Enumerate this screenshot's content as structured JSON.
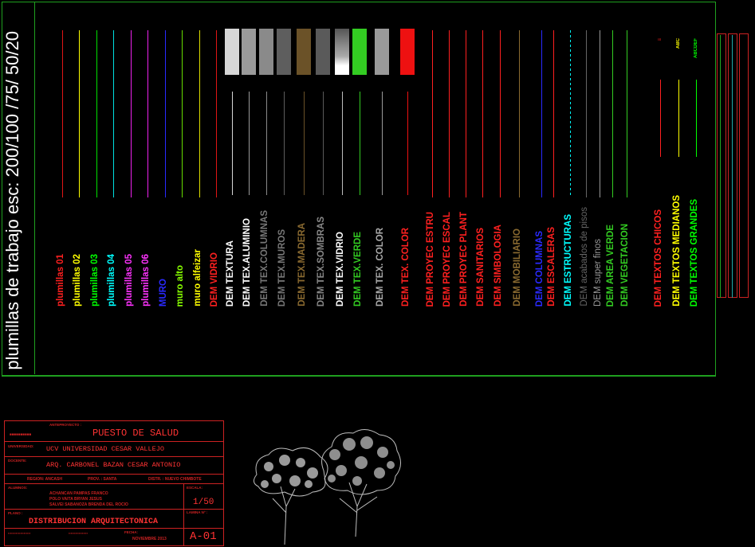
{
  "title": "plumillas de trabajo esc: 200/100 /75/ 50/20",
  "colors": {
    "frame": "#1fa01f",
    "red": "#e01515",
    "yellow": "#ffff00",
    "green": "#00ff00",
    "cyan": "#00ffff",
    "magenta": "#ff33ff",
    "blue": "#2a2aff",
    "lime": "#88ff00"
  },
  "pens": [
    {
      "label": "plumillas 01",
      "color": "#ff2020",
      "line": "#e01515"
    },
    {
      "label": "plumillas 02",
      "color": "#ffff00",
      "line": "#ffff00"
    },
    {
      "label": "plumillas 03",
      "color": "#00ff00",
      "line": "#00e000"
    },
    {
      "label": "plumillas 04",
      "color": "#00ffff",
      "line": "#00e0e0"
    },
    {
      "label": "plumillas 05",
      "color": "#ff33ff",
      "line": "#ee22ee"
    },
    {
      "label": "plumillas 06",
      "color": "#ff33ff",
      "line": "#ee22ee"
    },
    {
      "label": "MURO",
      "color": "#2a2aff",
      "line": "#2a2aff"
    },
    {
      "label": "muro alto",
      "color": "#88ff00",
      "line": "#66dd00"
    },
    {
      "label": "muro alfeizar",
      "color": "#ffff00",
      "line": "#dddd00"
    },
    {
      "label": "DEM VIDRIO",
      "color": "#ff2020",
      "line": "#e01515"
    }
  ],
  "textures": [
    {
      "label": "DEM TEXTURA",
      "color": "#ffffff",
      "swatch": "#d6d6d6"
    },
    {
      "label": "DEM TEX.ALUMINIO",
      "color": "#ffffff",
      "swatch": "#9a9a9a"
    },
    {
      "label": "DEM TEX.COLUMNAS",
      "color": "#777777",
      "swatch": "#8a8a8a"
    },
    {
      "label": "DEM TEX.MUROS",
      "color": "#777777",
      "swatch": "#5e5e5e"
    },
    {
      "label": "DEM TEX.MADERA",
      "color": "#8a6a30",
      "swatch": "#6b5228"
    },
    {
      "label": "DEM TEX.SOMBRAS",
      "color": "#888888",
      "swatch": "#5a5a5a"
    },
    {
      "label": "DEM TEX.VIDRIO",
      "color": "#ffffff",
      "swatch": "#bdbdbd"
    },
    {
      "label": "DEM TEX.VERDE",
      "color": "#33cc22",
      "swatch": "#33cc22"
    },
    {
      "label": "DEM TEX. COLOR",
      "color": "#aaaaaa",
      "swatch": "#999999"
    },
    {
      "label": "DEM TEX. COLOR",
      "color": "#ff2020",
      "swatch": "#ee1111"
    }
  ],
  "dem_layers": [
    {
      "label": "DEM PROYEC ESTRU",
      "color": "#ff2020"
    },
    {
      "label": "DEM PROYEC ESCAL",
      "color": "#ff2020"
    },
    {
      "label": "DEM PROYEC PLANT",
      "color": "#ff2020"
    },
    {
      "label": "DEM SANITARIOS",
      "color": "#ff2020"
    },
    {
      "label": "DEM SIMBOLOGIA",
      "color": "#ff2020"
    },
    {
      "label": "DEM MOBILIARIO",
      "color": "#8a6a30"
    },
    {
      "label": "DEM COLUMNAS",
      "color": "#2a2aff"
    },
    {
      "label": "DEM ESCALERAS",
      "color": "#ff2020"
    },
    {
      "label": "DEM ESTRUCTURAS",
      "color": "#00ffff"
    },
    {
      "label": "DEM acabados de pisos",
      "color": "#666666"
    },
    {
      "label": "DEM super finos",
      "color": "#999999"
    },
    {
      "label": "DEM AREA VERDE",
      "color": "#33cc22"
    },
    {
      "label": "DEM VEGETACION",
      "color": "#33cc22"
    }
  ],
  "text_layers": [
    {
      "label": "DEM TEXTOS CHICOS",
      "color": "#ff2020",
      "mark": "≡"
    },
    {
      "label": "DEM TEXTOS MEDIANOS",
      "color": "#ffff00",
      "mark": "ABC"
    },
    {
      "label": "DEM TEXTOS GRANDES",
      "color": "#00ff00",
      "mark": "ABCDEF"
    }
  ],
  "title_block": {
    "anteproyecto_label": "ANTEPROYECTO :",
    "project": "PUESTO DE SALUD",
    "universidad_label": "UNIVERSIDAD:",
    "universidad": "UCV UNIVERSIDAD CESAR VALLEJO",
    "docente_label": "DOCENTE:",
    "docente": "ARQ. CARBONEL BAZAN CESAR ANTONIO",
    "region": "REGION: ANCASH",
    "provincia": "PROV. : SANTA",
    "distrito": "DISTR. : NUEVO CHIMBOTE",
    "alumnos_label": "ALUMNOS:",
    "alumnos": [
      "ACHANCAN PAMPAS FRANCO",
      "POLO VAITA BRYAN JESUS",
      "SALVEI SABANOZA BRENDA DEL ROCIO"
    ],
    "escala_label": "ESCALA:",
    "escala": "1/50",
    "plano_label": "PLANO :",
    "plano": "DISTRIBUCION ARQUITECTONICA",
    "lamina_label": "LAMINA Nº :",
    "lamina": "A-01",
    "fecha_label": "FECHA:",
    "fecha": "NOVIEMBRE 2013"
  }
}
